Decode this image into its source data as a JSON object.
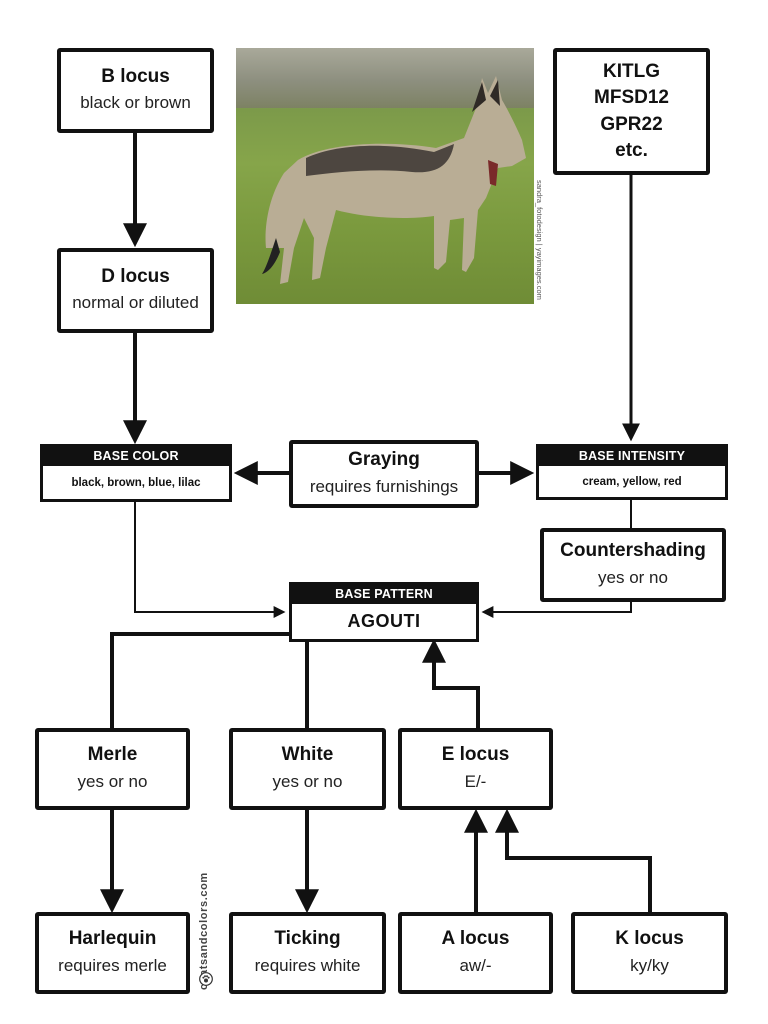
{
  "boxes": {
    "b_locus": {
      "title": "B locus",
      "sub": "black or brown"
    },
    "d_locus": {
      "title": "D locus",
      "sub": "normal or diluted"
    },
    "genes": {
      "line1": "KITLG",
      "line2": "MFSD12",
      "line3": "GPR22",
      "line4": "etc."
    },
    "graying": {
      "title": "Graying",
      "sub": "requires furnishings"
    },
    "countershading": {
      "title": "Countershading",
      "sub": "yes or no"
    },
    "merle": {
      "title": "Merle",
      "sub": "yes or no"
    },
    "white": {
      "title": "White",
      "sub": "yes or no"
    },
    "e_locus": {
      "title": "E locus",
      "sub": "E/-"
    },
    "harlequin": {
      "title": "Harlequin",
      "sub": "requires merle"
    },
    "ticking": {
      "title": "Ticking",
      "sub": "requires white"
    },
    "a_locus": {
      "title": "A locus",
      "sub": "aw/-"
    },
    "k_locus": {
      "title": "K locus",
      "sub": "ky/ky"
    }
  },
  "headers": {
    "base_color": {
      "label": "BASE COLOR",
      "value": "black, brown, blue, lilac"
    },
    "base_intensity": {
      "label": "BASE INTENSITY",
      "value": "cream, yellow, red"
    },
    "base_pattern": {
      "label": "BASE PATTERN",
      "value": "AGOUTI"
    }
  },
  "photo_credit": "sandra_fotodesign | yayimages.com",
  "watermark": "coatsandcolors.com",
  "colors": {
    "line": "#111111",
    "header_bg": "#111111",
    "background": "#ffffff"
  },
  "icons": {
    "photo": "wolf-dog-photo",
    "logo": "paw-logo-icon"
  }
}
